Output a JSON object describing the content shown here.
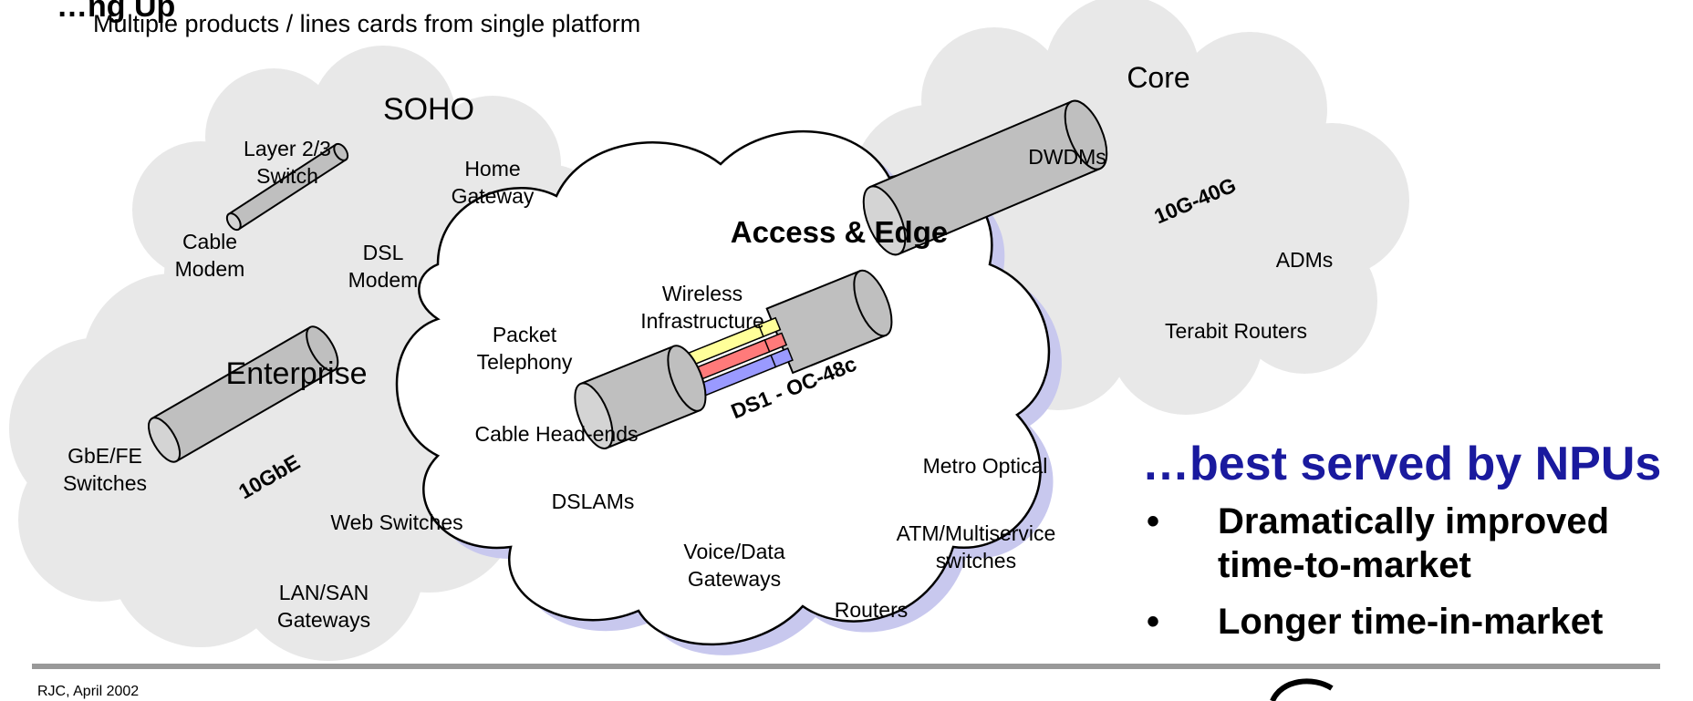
{
  "header": {
    "title": "…ng Up",
    "subtitle": "Multiple products / lines cards from single platform"
  },
  "clouds": {
    "soho": {
      "title": "SOHO"
    },
    "core": {
      "title": "Core"
    },
    "enterprise": {
      "title": "Enterprise"
    },
    "access": {
      "title": "Access & Edge"
    }
  },
  "soho_labels": {
    "layer_switch": "Layer 2/3\nSwitch",
    "home_gateway": "Home\nGateway",
    "cable_modem": "Cable\nModem",
    "dsl_modem": "DSL\nModem"
  },
  "core_labels": {
    "dwdms": "DWDMs",
    "adms": "ADMs",
    "terabit": "Terabit Routers",
    "pipe": "10G-40G"
  },
  "enterprise_labels": {
    "gbe_fe": "GbE/FE\nSwitches",
    "web_switches": "Web Switches",
    "lan_san": "LAN/SAN\nGateways",
    "pipe": "10GbE"
  },
  "access_labels": {
    "wireless": "Wireless\nInfrastructure",
    "packet": "Packet\nTelephony",
    "cable_headends": "Cable Head-ends",
    "dslams": "DSLAMs",
    "metro": "Metro Optical",
    "atm": "ATM/Multiservice\nswitches",
    "voice": "Voice/Data\nGateways",
    "routers": "Routers",
    "pipe": "DS1 - OC-48c"
  },
  "callout": {
    "headline": "…best served by NPUs",
    "bullets": [
      "Dramatically improved\ntime-to-market",
      "Longer time-in-market"
    ],
    "bullet_symbol": "•"
  },
  "footer": {
    "author": "RJC, April 2002"
  },
  "colors": {
    "cloud_fill": "#e8e8e8",
    "cloud_shadow": "#c8c8ee",
    "pipe_fill": "#bfbfbf",
    "headline": "#1a1a9e",
    "rule": "#999999",
    "fiber_yellow": "#ffff99",
    "fiber_red": "#ff7a7a",
    "fiber_blue": "#9a9aff"
  }
}
